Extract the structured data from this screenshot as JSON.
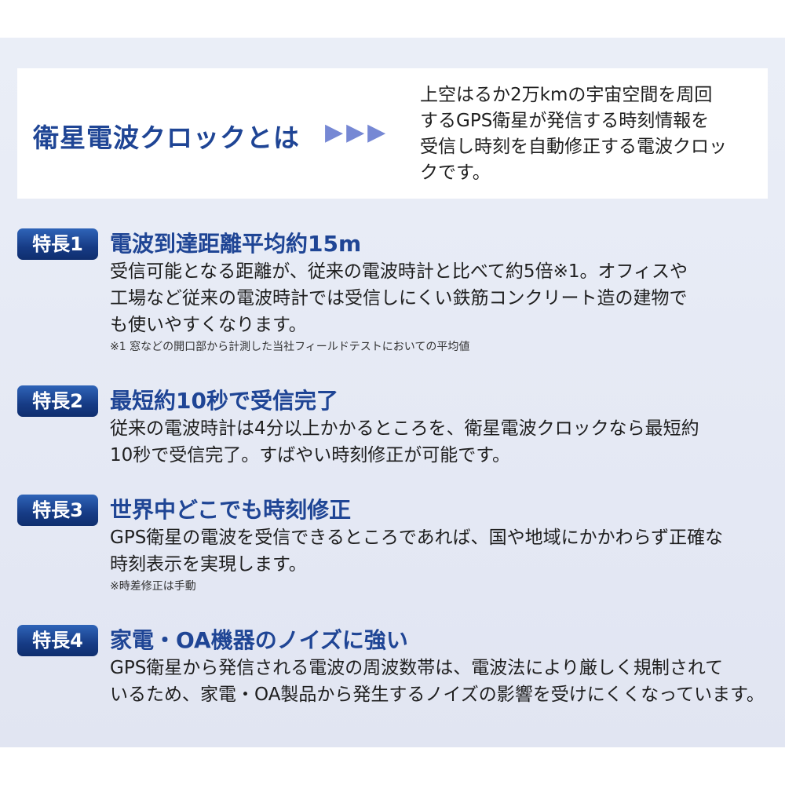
{
  "intro": {
    "title": "衛星電波クロックとは",
    "arrows": "▶▶▶",
    "lines": [
      "上空はるか2万kmの宇宙空間を周回",
      "するGPS衛星が発信する時刻情報を",
      "受信し時刻を自動修正する電波クロッ",
      "クです。"
    ]
  },
  "features": [
    {
      "badge": "特長1",
      "title": "電波到達距離平均約15m",
      "lines": [
        "受信可能となる距離が、従来の電波時計と比べて約5倍※1。オフィスや",
        "工場など従来の電波時計では受信しにくい鉄筋コンクリート造の建物で",
        "も使いやすくなります。"
      ],
      "note": "※1 窓などの開口部から計測した当社フィールドテストにおいての平均値"
    },
    {
      "badge": "特長2",
      "title": "最短約10秒で受信完了",
      "lines": [
        "従来の電波時計は4分以上かかるところを、衛星電波クロックなら最短約",
        "10秒で受信完了。すばやい時刻修正が可能です。"
      ]
    },
    {
      "badge": "特長3",
      "title": "世界中どこでも時刻修正",
      "lines": [
        "GPS衛星の電波を受信できるところであれば、国や地域にかかわらず正確な",
        "時刻表示を実現します。"
      ],
      "note": "※時差修正は手動"
    },
    {
      "badge": "特長4",
      "title": "家電・OA機器のノイズに強い",
      "lines": [
        "GPS衛星から発信される電波の周波数帯は、電波法により厳しく規制されて",
        "いるため、家電・OA製品から発生するノイズの影響を受けにくくなっています。"
      ]
    }
  ],
  "colors": {
    "accent": "#1f4595",
    "badge": "#163b85",
    "arrows": "#7688d4",
    "panel": "#e6eaf5"
  }
}
